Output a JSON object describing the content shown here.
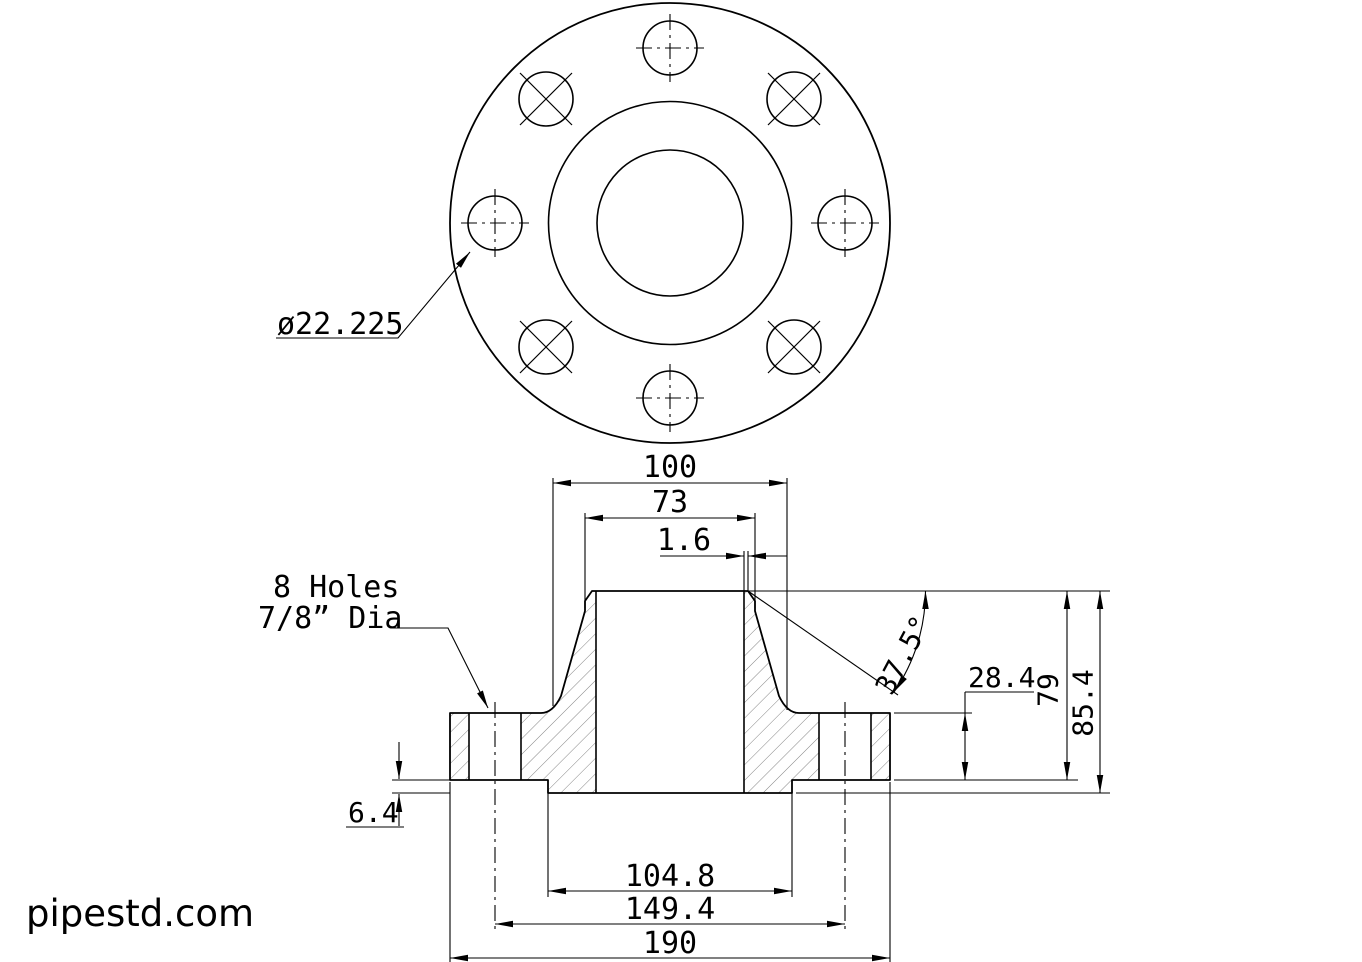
{
  "watermark": "pipestd.com",
  "callouts": {
    "bolt_hole_diameter": "ø22.225",
    "holes_note_line1": "8 Holes",
    "holes_note_line2": "7/8” Dia"
  },
  "dims": {
    "hub_base_diameter": "100",
    "weld_end_diameter": "73",
    "weld_land": "1.6",
    "bevel_angle": "37.5°",
    "flange_thickness": "28.4",
    "length_through_hub": "79",
    "overall_length": "85.4",
    "raised_face_height": "6.4",
    "raised_face_diameter": "104.8",
    "bolt_circle_diameter": "149.4",
    "flange_outside_diameter": "190"
  },
  "colors": {
    "line": "#000000",
    "hatch": "#858585",
    "background": "#ffffff"
  }
}
